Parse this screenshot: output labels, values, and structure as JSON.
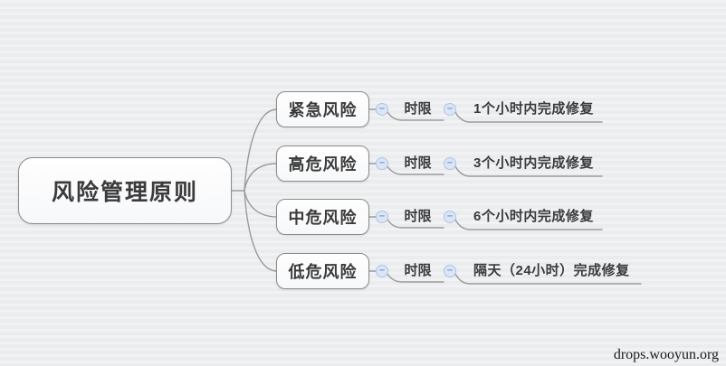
{
  "diagram": {
    "type": "mindmap",
    "root": {
      "label": "风险管理原则"
    },
    "branches": [
      {
        "label": "紧急风险",
        "attribute": "时限",
        "value": "1个小时内完成修复"
      },
      {
        "label": "高危风险",
        "attribute": "时限",
        "value": "3个小时内完成修复"
      },
      {
        "label": "中危风险",
        "attribute": "时限",
        "value": "6个小时内完成修复"
      },
      {
        "label": "低危风险",
        "attribute": "时限",
        "value": "隔天（24小时）完成修复"
      }
    ]
  },
  "icons": {
    "collapse_glyph": "−"
  },
  "colors": {
    "background": "#eef0f2",
    "node_border": "#8b8b8b",
    "node_fill": "#fdfdfe",
    "text": "#3b3b3b",
    "line": "#9b9b9b",
    "collapse_fill": "#dbe5f6",
    "collapse_border": "#aec3e6",
    "collapse_glyph_color": "#7d9bd2"
  },
  "watermark": {
    "text": "drops.wooyun.org"
  }
}
